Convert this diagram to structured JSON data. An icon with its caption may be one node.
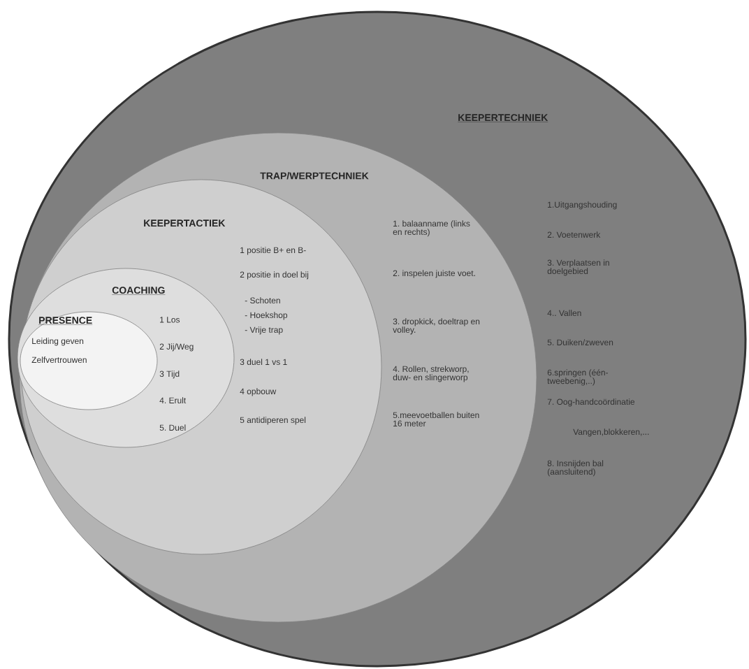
{
  "diagram": {
    "nodes": [
      {
        "text": [
          "KEEPERTECHNIEK",
          "1.Uitgangshouding",
          "2. Voetenwerk",
          "3. Verplaatsen in doelgebied",
          "4.. Vallen",
          "5. Duiken/zweven",
          "6.springen (één-tweebenig,..)",
          "7. Oog-handcoördinatie",
          "Vangen,blokkeren,...",
          "8. Insnijden bal (aansluitend)"
        ]
      },
      {
        "text": [
          "TRAP/WERPTECHNIEK",
          "1. balaanname (links en rechts)",
          "2. inspelen juiste voet.",
          "3. dropkick, doeltrap en volley.",
          "4. Rollen, strekworp, duw- en slingerworp",
          "5.meevoetballen buiten 16 meter"
        ],
        "in": 0
      },
      {
        "text": [
          "KEEPERTACTIEK",
          "1 positie B+ en B-",
          "2 positie in doel bij",
          "- Schoten",
          "- Hoekshop",
          "- Vrije trap",
          "3 duel 1 vs 1",
          "4 opbouw",
          "5 antidiperen spel"
        ],
        "in": 1
      },
      {
        "text": [
          "COACHING",
          "1 Los",
          "2 Jij/Weg",
          "3 Tijd",
          "4. Erult",
          "5. Duel"
        ],
        "in": 2
      },
      {
        "text": [
          "PRESENCE",
          "Leiding geven",
          "Zelfvertrouwen"
        ],
        "in": 3
      }
    ]
  }
}
